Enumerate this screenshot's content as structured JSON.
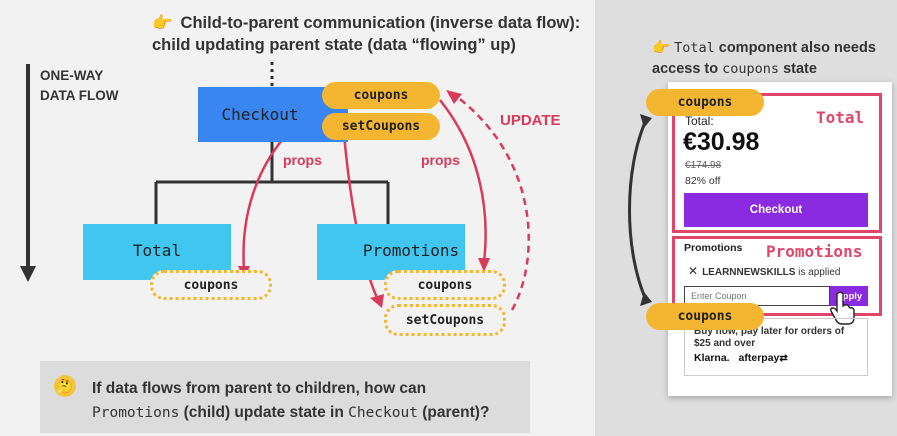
{
  "title": {
    "hand": "👉",
    "bold": "Child-to-parent communication (inverse data flow)",
    "rest": ": child updating parent state (data “flowing” up)"
  },
  "left": {
    "oneway_line1": "ONE-WAY",
    "oneway_line2": "DATA FLOW",
    "checkout_label": "Checkout",
    "checkout_pill1": "coupons",
    "checkout_pill2": "setCoupons",
    "props_left": "props",
    "props_right": "props",
    "update_label": "UPDATE",
    "total_label": "Total",
    "total_prop": "coupons",
    "promotions_label": "Promotions",
    "promo_prop1": "coupons",
    "promo_prop2": "setCoupons"
  },
  "question": {
    "emoji": "🤔",
    "line1": "If data flows from parent to children, how can",
    "line2_code1": "Promotions",
    "line2_text1": " (child) update state in ",
    "line2_code2": "Checkout",
    "line2_text2": " (parent)?"
  },
  "right": {
    "hand": "👉",
    "title_code": "Total",
    "title_text": " component also needs access to ",
    "title_code2": "coupons",
    "title_text2": " state",
    "coupons_pill_top": "coupons",
    "coupons_pill_bottom": "coupons",
    "total_tag": "Total",
    "total_caption": "Total:",
    "price": "€30.98",
    "old_price": "€174.98",
    "discount": "82% off",
    "checkout_button": "Checkout",
    "promotions_heading": "Promotions",
    "promotions_tag": "Promotions",
    "applied_code": "LEARNNEWSKILLS",
    "applied_text": " is applied",
    "coupon_placeholder": "Enter Coupon",
    "apply_button": "Apply",
    "bnpl_text": "Buy now, pay later for orders of $25 and over",
    "klarna": "Klarna.",
    "afterpay": "afterpay",
    "colors": {
      "accent_purple": "#8a2be2",
      "red_frame": "#e0466a",
      "pill_yellow": "#f4b631"
    }
  }
}
